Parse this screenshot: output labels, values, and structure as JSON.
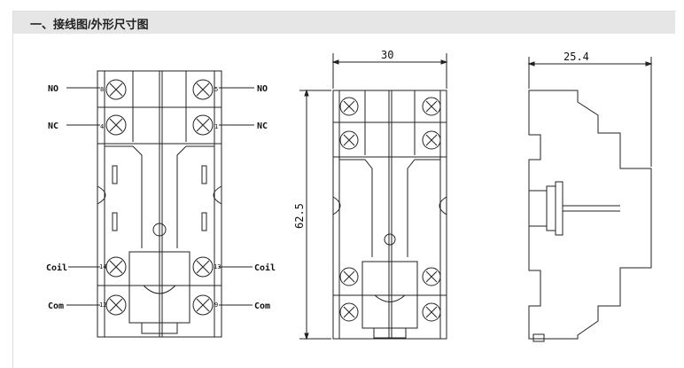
{
  "header": {
    "title": "一、接线图/外形尺寸图"
  },
  "wiring": {
    "left_labels": [
      "NO",
      "NC",
      "Coil",
      "Com"
    ],
    "right_labels": [
      "NO",
      "NC",
      "Coil",
      "Com"
    ],
    "left_terminals": [
      "8",
      "4",
      "14",
      "12"
    ],
    "right_terminals": [
      "5",
      "1",
      "13",
      "9"
    ]
  },
  "dimensions": {
    "width": "30",
    "height": "62.5",
    "depth": "25.4"
  }
}
